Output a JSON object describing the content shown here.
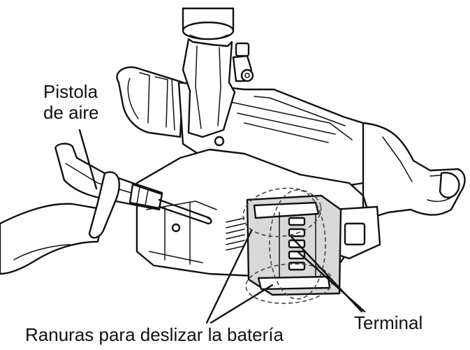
{
  "diagram": {
    "labels": {
      "air_gun_line1": "Pistola",
      "air_gun_line2": "de aire",
      "terminal": "Terminal",
      "battery_rails": "Ranuras para deslizar la batería"
    },
    "icons": {
      "tool": "rotary-hammer-illustration",
      "air_gun": "air-blow-gun-illustration"
    }
  }
}
